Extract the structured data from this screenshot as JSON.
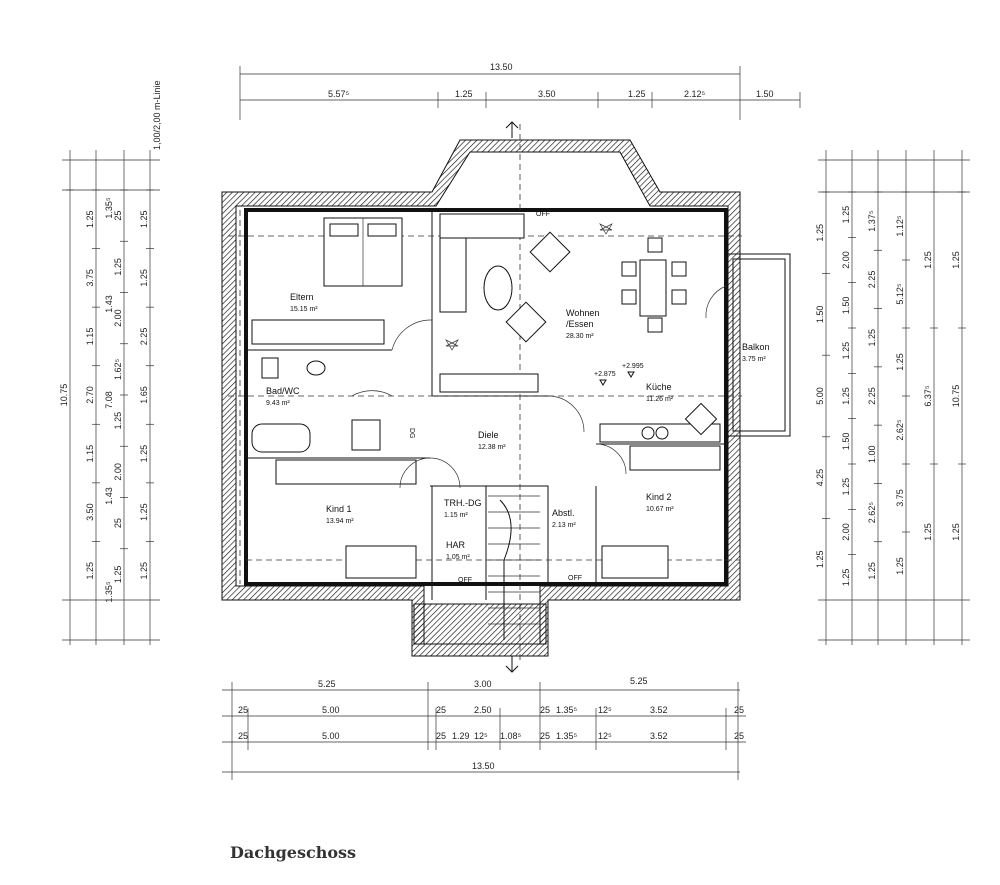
{
  "caption": "Dachgeschoss",
  "side_note": "1,00/2,00 m-Linie",
  "rooms": [
    {
      "key": "eltern",
      "name": "Eltern",
      "area": "15.15 m²"
    },
    {
      "key": "wohnen",
      "name": "Wohnen\n/Essen",
      "area": "28.30 m²"
    },
    {
      "key": "balkon",
      "name": "Balkon",
      "area": "3.75 m²"
    },
    {
      "key": "bad",
      "name": "Bad/WC",
      "area": "9.43 m²"
    },
    {
      "key": "kueche",
      "name": "Küche",
      "area": "11.26 m²"
    },
    {
      "key": "diele",
      "name": "Diele",
      "area": "12.38 m²"
    },
    {
      "key": "kind1",
      "name": "Kind 1",
      "area": "13.94 m²"
    },
    {
      "key": "kind2",
      "name": "Kind 2",
      "area": "10.67 m²"
    },
    {
      "key": "trh",
      "name": "TRH.-DG",
      "area": "1.15 m²"
    },
    {
      "key": "abstl",
      "name": "Abstl.",
      "area": "2.13 m²"
    },
    {
      "key": "har",
      "name": "HAR",
      "area": "1.05 m²"
    }
  ],
  "misc_labels": {
    "off": "OFF",
    "stair_mark": "DG"
  },
  "levels": [
    "+2.875",
    "+2.995"
  ],
  "top_dims": {
    "overall": "13.50",
    "segments": [
      "5.57⁵",
      "1.25",
      "3.50",
      "1.25",
      "2.12⁵",
      "1.50"
    ]
  },
  "bottom_dims": {
    "row1": [
      "5.25",
      "3.00",
      "5.25"
    ],
    "row2": [
      "25",
      "5.00",
      "25",
      "2.50",
      "25",
      "1.35⁵",
      "12⁵",
      "3.52",
      "25"
    ],
    "row3": [
      "25",
      "5.00",
      "25",
      "1.29",
      "12⁵",
      "1.08⁵",
      "25",
      "1.35⁵",
      "12⁵",
      "3.52",
      "25"
    ],
    "overall": "13.50"
  },
  "left_dims": {
    "col1": [
      "10.75"
    ],
    "col2": [
      "1.25",
      "3.75",
      "1.15",
      "2.70",
      "1.15",
      "3.50",
      "1.25"
    ],
    "col3": [
      "25",
      "1.25",
      "2.00",
      "1.62⁵",
      "1.25",
      "2.00",
      "25",
      "1.25"
    ],
    "col4": [
      "1.25",
      "1.25",
      "2.25",
      "1.65",
      "1.25",
      "1.25",
      "1.25"
    ],
    "col5": [
      "1.35⁵",
      "1.43",
      "7.08",
      "1.43",
      "1.35⁵"
    ]
  },
  "right_dims": {
    "col1": [
      "1.25",
      "1.50",
      "5.00",
      "4.25",
      "1.25"
    ],
    "col2": [
      "1.25",
      "2.00",
      "1.50",
      "1.25",
      "1.25",
      "1.50",
      "1.25",
      "2.00",
      "1.25"
    ],
    "col3": [
      "1.37⁵",
      "2.25",
      "1.25",
      "2.25",
      "1.00",
      "2.62⁵",
      "1.25"
    ],
    "col4": [
      "1.12⁵",
      "5.12⁵",
      "1.25",
      "2.62⁵",
      "3.75",
      "1.25"
    ],
    "col5": [
      "1.25",
      "6.37⁵",
      "1.25"
    ],
    "col6": [
      "1.25",
      "10.75",
      "1.25"
    ]
  }
}
